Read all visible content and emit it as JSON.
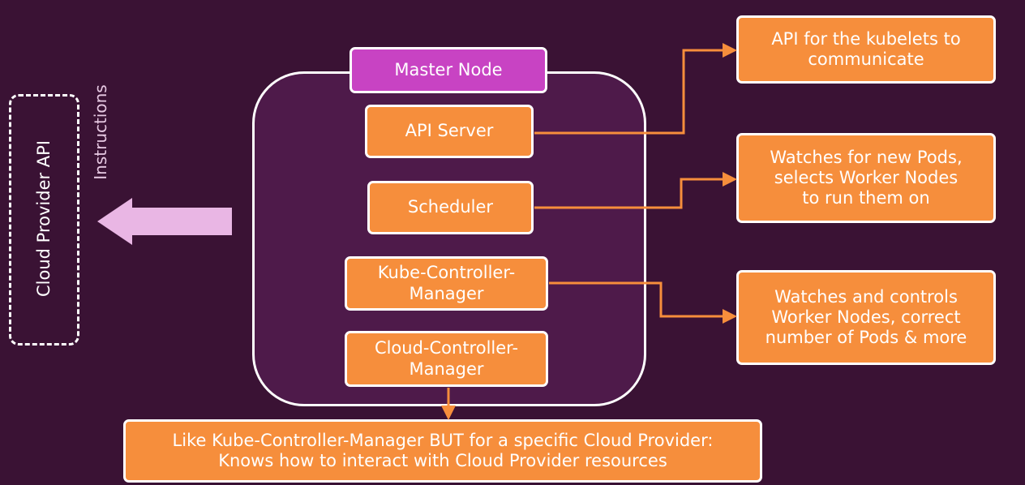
{
  "master": {
    "label": "Master Node",
    "components": {
      "api_server": "API Server",
      "scheduler": "Scheduler",
      "kube_controller_manager": "Kube-Controller-\nManager",
      "cloud_controller_manager": "Cloud-Controller-\nManager"
    }
  },
  "descriptions": {
    "api_server": "API for the kubelets to\ncommunicate",
    "scheduler": "Watches for new Pods,\nselects Worker Nodes\nto run them on",
    "kube_controller_manager": "Watches and controls\nWorker Nodes, correct\nnumber of Pods & more",
    "cloud_controller_manager": "Like Kube-Controller-Manager BUT for a specific Cloud Provider:\nKnows how to interact with Cloud Provider resources"
  },
  "cloud_provider": {
    "label": "Cloud Provider API",
    "instructions_label": "Instructions"
  },
  "colors": {
    "background": "#3a1234",
    "master_fill": "#4e1a4a",
    "master_label_fill": "#c843c3",
    "component_fill": "#f68e3c",
    "connector": "#f68e3c",
    "instructions_arrow": "#e9b6e4",
    "border": "#ffffff"
  }
}
